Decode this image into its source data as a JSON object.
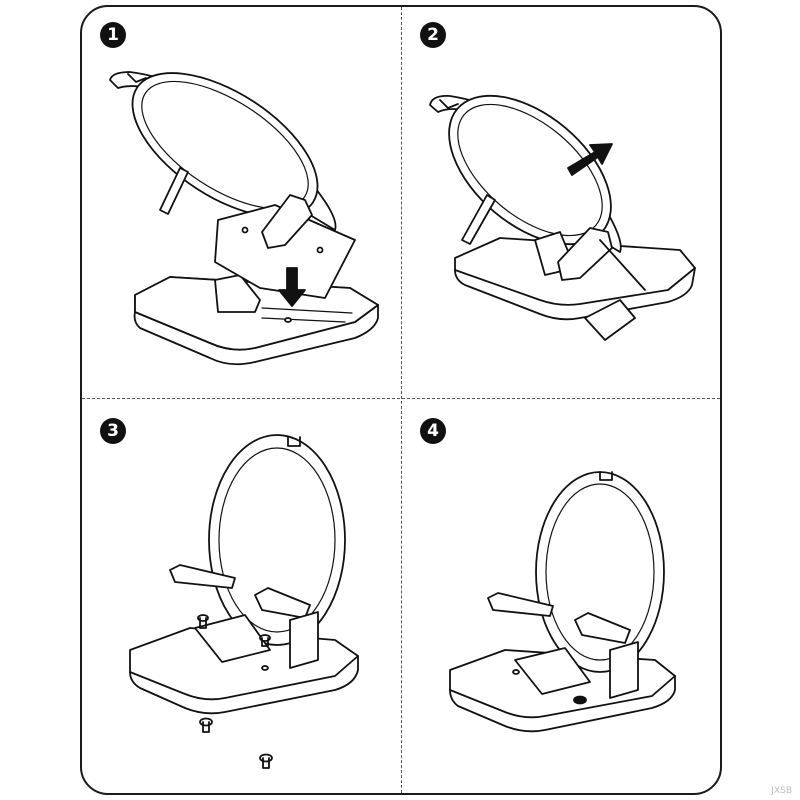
{
  "steps": [
    {
      "number": "1"
    },
    {
      "number": "2"
    },
    {
      "number": "3"
    },
    {
      "number": "4"
    }
  ],
  "watermark": "JXSB",
  "colors": {
    "line": "#111111",
    "fill": "#ffffff",
    "badge": "#111111"
  },
  "icons": [
    "down-arrow-icon",
    "diagonal-arrow-icon",
    "screw-icon"
  ]
}
